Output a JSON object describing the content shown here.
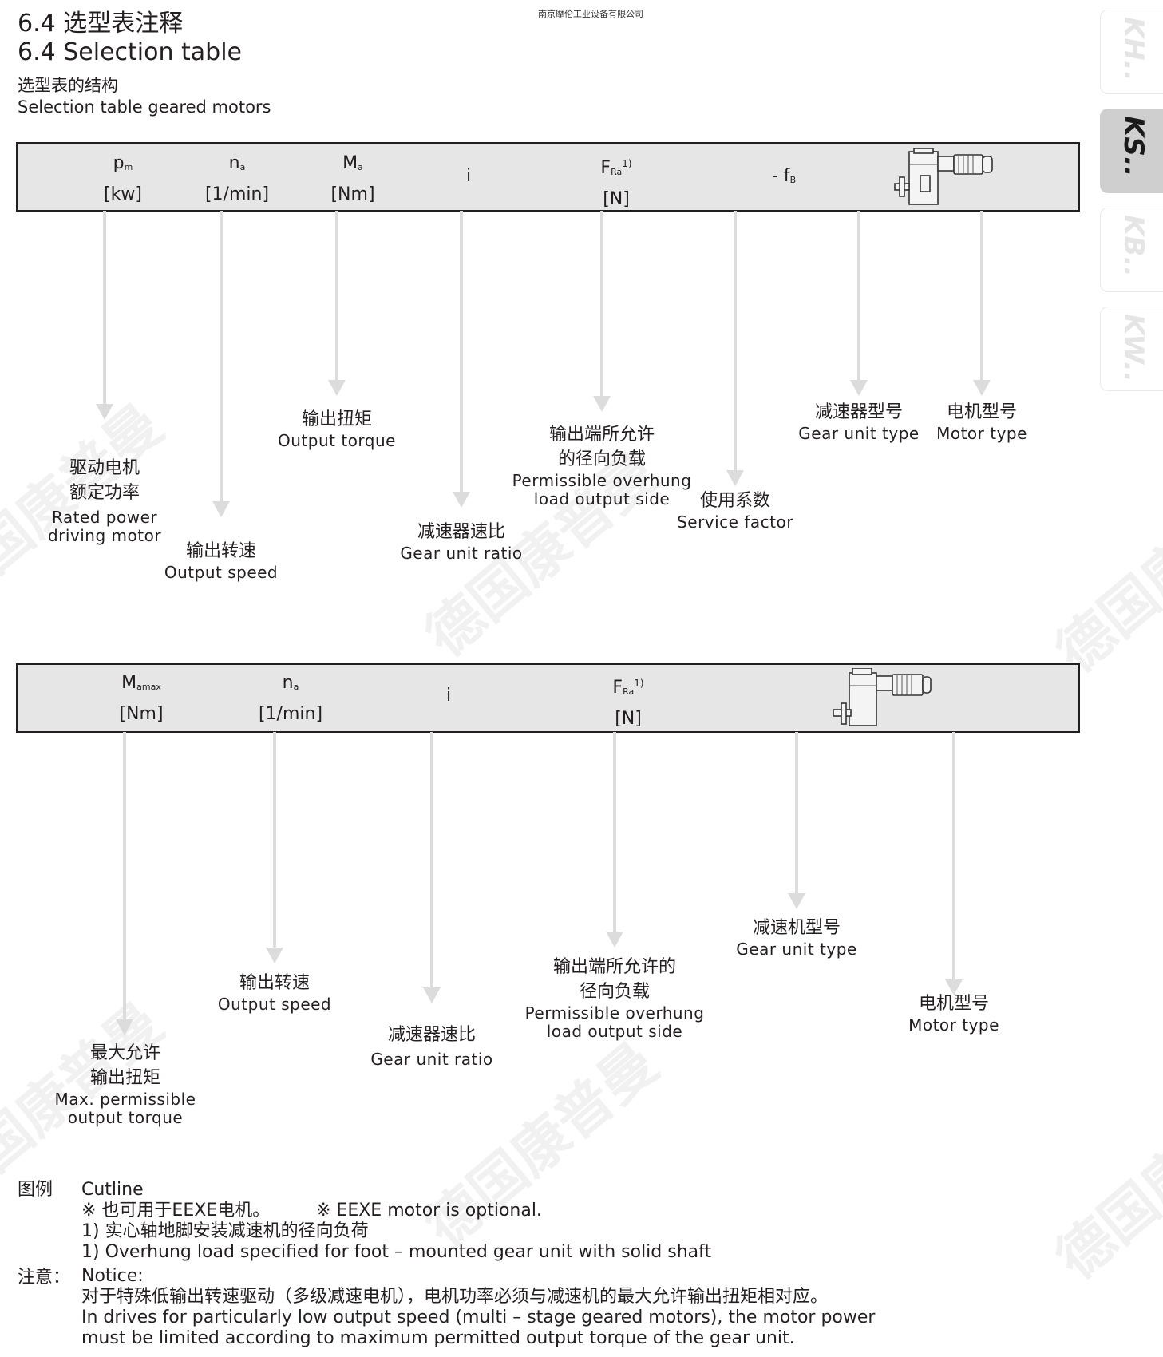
{
  "header": {
    "company": "南京摩伦工业设备有限公司",
    "title_cn": "6.4 选型表注释",
    "title_en": "6.4 Selection table",
    "subtitle_cn": "选型表的结构",
    "subtitle_en": "Selection table geared motors"
  },
  "side_tabs": [
    {
      "label": "KH..",
      "active": false
    },
    {
      "label": "KS..",
      "active": true
    },
    {
      "label": "KB..",
      "active": false
    },
    {
      "label": "KW..",
      "active": false
    }
  ],
  "watermark": "德国康普曼",
  "table1": {
    "pm": "p",
    "pm_sub": "m",
    "pm_unit": "[kw]",
    "na": "n",
    "na_sub": "a",
    "na_unit": "[1/min]",
    "ma": "M",
    "ma_sub": "a",
    "ma_unit": "[Nm]",
    "i": "i",
    "fra": "F",
    "fra_sub": "Ra",
    "fra_sup": "1)",
    "fra_unit": "[N]",
    "fb": "- f",
    "fb_sub": "B",
    "labels": {
      "pm_cn1": "驱动电机",
      "pm_cn2": "额定功率",
      "pm_en1": "Rated power",
      "pm_en2": "driving motor",
      "na_cn": "输出转速",
      "na_en": "Output speed",
      "ma_cn": "输出扭矩",
      "ma_en": "Output torque",
      "i_cn": "减速器速比",
      "i_en": "Gear unit ratio",
      "fra_cn1": "输出端所允许",
      "fra_cn2": "的径向负载",
      "fra_en1": "Permissible overhung",
      "fra_en2": "load output side",
      "fb_cn": "使用系数",
      "fb_en": "Service factor",
      "gear_cn": "减速器型号",
      "gear_en": "Gear unit type",
      "motor_cn": "电机型号",
      "motor_en": "Motor type"
    }
  },
  "table2": {
    "mamax": "M",
    "mamax_sub": "amax",
    "mamax_unit": "[Nm]",
    "na": "n",
    "na_sub": "a",
    "na_unit": "[1/min]",
    "i": "i",
    "fra": "F",
    "fra_sub": "Ra",
    "fra_sup": "1)",
    "fra_unit": "[N]",
    "labels": {
      "mamax_cn1": "最大允许",
      "mamax_cn2": "输出扭矩",
      "mamax_en1": "Max. permissible",
      "mamax_en2": "output torque",
      "na_cn": "输出转速",
      "na_en": "Output speed",
      "i_cn": "减速器速比",
      "i_en": "Gear unit ratio",
      "fra_cn1": "输出端所允许的",
      "fra_cn2": "径向负载",
      "fra_en1": "Permissible overhung",
      "fra_en2": "load output side",
      "gear_cn": "减速机型号",
      "gear_en": "Gear unit type",
      "motor_cn": "电机型号",
      "motor_en": "Motor type"
    }
  },
  "legend": {
    "cutline_cn": "图例",
    "cutline_en": "Cutline",
    "eexe_cn": "※ 也可用于EEXE电机。",
    "eexe_en": "※ EEXE motor is optional.",
    "note1_cn": "1) 实心轴地脚安装减速机的径向负荷",
    "note1_en": "1) Overhung load specified for foot – mounted gear unit with solid shaft",
    "notice_cn": "注意：",
    "notice_en": "Notice:",
    "notice_text_cn": "对于特殊低输出转速驱动（多级减速电机），电机功率必须与减速机的最大允许输出扭矩相对应。",
    "notice_text_en1": "In drives for particularly low output speed   (multi – stage geared motors), the motor power",
    "notice_text_en2": "must be limited according to maximum permitted output torque of the gear unit."
  },
  "colors": {
    "bar_fill": "#e6e6e7",
    "bar_border": "#231f20",
    "arrow": "#dcdcdc",
    "active_tab": "#cfcfcf"
  }
}
